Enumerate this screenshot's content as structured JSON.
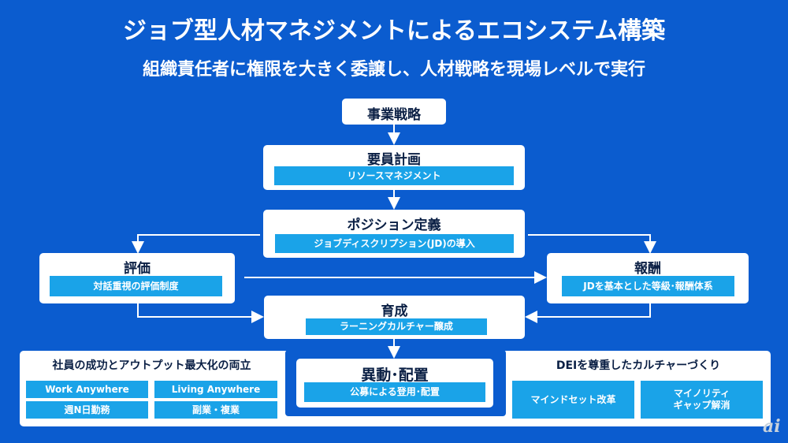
{
  "title": "ジョブ型人材マネジメントによるエコシステム構築",
  "subtitle": "組織責任者に権限を大きく委譲し、人材戦略を現場レベルで実行",
  "strategy": "事業戦略",
  "staffing": {
    "title": "要員計画",
    "sub": "リソースマネジメント"
  },
  "position": {
    "title": "ポジション定義",
    "sub": "ジョブディスクリプション(JD)の導入"
  },
  "evaluation": {
    "title": "評価",
    "sub": "対話重視の評価制度"
  },
  "reward": {
    "title": "報酬",
    "sub": "JDを基本とした等級･報酬体系"
  },
  "development": {
    "title": "育成",
    "sub": "ラーニングカルチャー醸成"
  },
  "transfer": {
    "title": "異動･配置",
    "sub": "公募による登用･配置"
  },
  "left_panel": {
    "title": "社員の成功とアウトプット最大化の両立",
    "items": [
      "Work Anywhere",
      "Living Anywhere",
      "週N日勤務",
      "副業・複業"
    ]
  },
  "right_panel": {
    "title": "DEIを尊重したカルチャーづくり",
    "items": [
      "マインドセット改革",
      "マイノリティ\nギャップ解消"
    ]
  },
  "watermark": "ai"
}
